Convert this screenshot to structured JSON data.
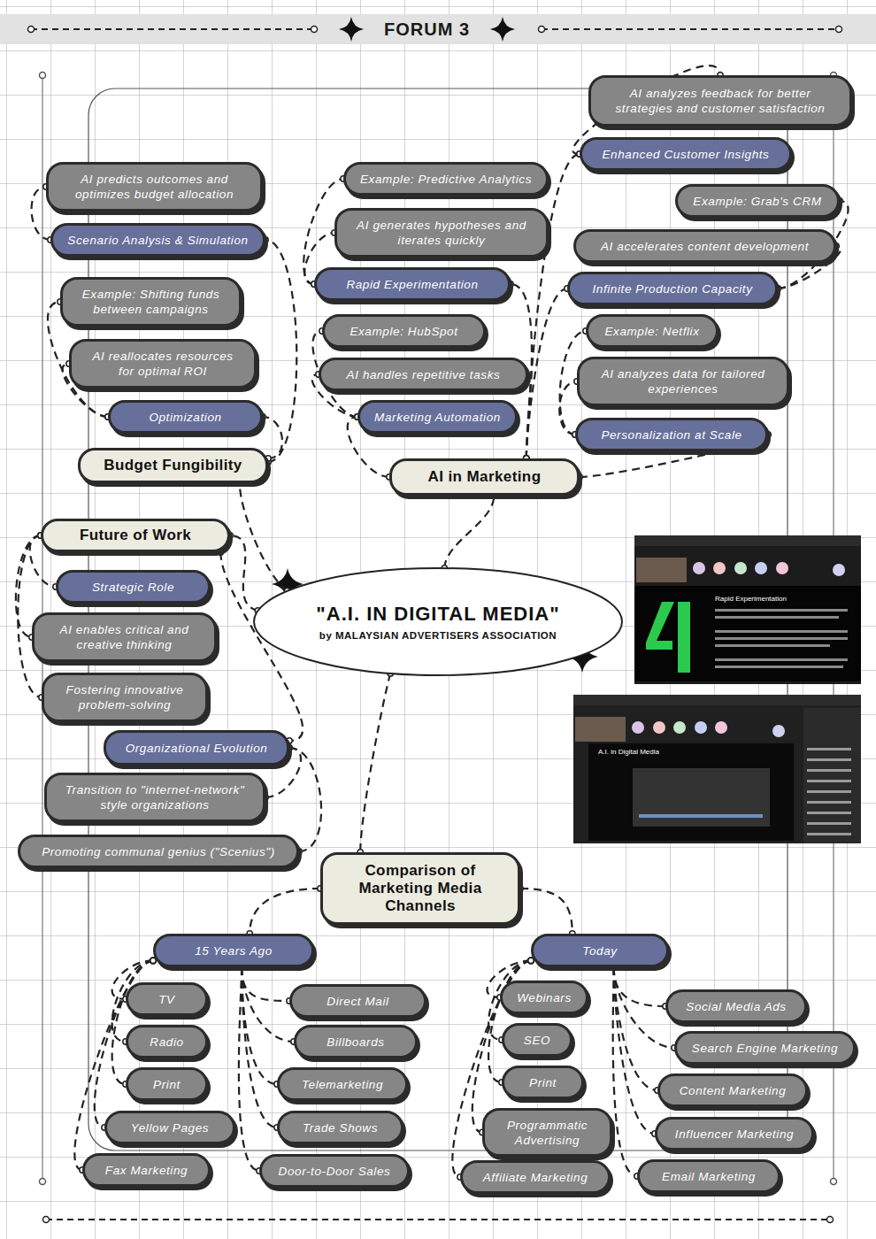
{
  "diagram": {
    "title": "FORUM 3",
    "nodes": [
      {
        "text": [
          "AI analyzes feedback for better strategies and customer satisfaction"
        ]
      },
      {
        "text": [
          "Enhanced Customer Insights"
        ]
      },
      {
        "text": [
          "AI predicts outcomes and optimizes budget allocation"
        ]
      },
      {
        "text": [
          "Example: Predictive Analytics"
        ]
      },
      {
        "text": [
          "Example: Grab's CRM"
        ]
      },
      {
        "text": [
          "AI generates hypotheses and iterates quickly"
        ]
      },
      {
        "text": [
          "Scenario Analysis & Simulation"
        ]
      },
      {
        "text": [
          "AI accelerates content development"
        ]
      },
      {
        "text": [
          "Example: Shifting funds between campaigns"
        ]
      },
      {
        "text": [
          "Rapid Experimentation"
        ]
      },
      {
        "text": [
          "Infinite Production Capacity"
        ]
      },
      {
        "text": [
          "Example: HubSpot"
        ]
      },
      {
        "text": [
          "Example: Netflix"
        ]
      },
      {
        "text": [
          "AI reallocates resources for optimal ROI"
        ]
      },
      {
        "text": [
          "AI handles repetitive tasks"
        ]
      },
      {
        "text": [
          "AI analyzes data for tailored experiences"
        ]
      },
      {
        "text": [
          "Optimization"
        ]
      },
      {
        "text": [
          "Marketing Automation"
        ]
      },
      {
        "text": [
          "Personalization at Scale"
        ]
      },
      {
        "text": [
          "Budget Fungibility"
        ]
      },
      {
        "text": [
          "AI in Marketing"
        ]
      },
      {
        "text": [
          "Future of Work"
        ]
      },
      {
        "text": [
          "Strategic Role"
        ]
      },
      {
        "text": [
          "\"A.I. IN DIGITAL MEDIA\"",
          "by MALAYSIAN ADVERTISERS ASSOCIATION"
        ]
      },
      {
        "text": [
          "AI enables critical and creative thinking"
        ]
      },
      {
        "text": [
          "Fostering innovative problem-solving"
        ]
      },
      {
        "text": [
          "Organizational Evolution"
        ]
      },
      {
        "text": [
          "Transition to \"internet-network\" style organizations"
        ]
      },
      {
        "text": [
          "Promoting communal genius (\"Scenius\")"
        ]
      },
      {
        "text": [
          "Comparison of Marketing Media Channels"
        ]
      },
      {
        "text": [
          "15 Years Ago"
        ]
      },
      {
        "text": [
          "Today"
        ]
      },
      {
        "text": [
          "TV"
        ]
      },
      {
        "text": [
          "Direct Mail"
        ]
      },
      {
        "text": [
          "Webinars"
        ]
      },
      {
        "text": [
          "Social Media Ads"
        ]
      },
      {
        "text": [
          "Radio"
        ]
      },
      {
        "text": [
          "Billboards"
        ]
      },
      {
        "text": [
          "SEO"
        ]
      },
      {
        "text": [
          "Search Engine Marketing"
        ]
      },
      {
        "text": [
          "Print"
        ]
      },
      {
        "text": [
          "Telemarketing"
        ]
      },
      {
        "text": [
          "Print"
        ]
      },
      {
        "text": [
          "Content Marketing"
        ]
      },
      {
        "text": [
          "Yellow Pages"
        ]
      },
      {
        "text": [
          "Trade Shows"
        ]
      },
      {
        "text": [
          "Programmatic Advertising"
        ]
      },
      {
        "text": [
          "Influencer Marketing"
        ]
      },
      {
        "text": [
          "Fax Marketing"
        ]
      },
      {
        "text": [
          "Door-to-Door Sales"
        ]
      },
      {
        "text": [
          "Affiliate Marketing"
        ]
      },
      {
        "text": [
          "Email Marketing"
        ]
      }
    ],
    "edges": [
      {
        "from": 23,
        "to": 19,
        "arrow": "none"
      },
      {
        "from": 23,
        "to": 21,
        "arrow": "none"
      },
      {
        "from": 23,
        "to": 20,
        "arrow": "none"
      },
      {
        "from": 23,
        "to": 29,
        "arrow": "none"
      },
      {
        "from": 19,
        "to": 6,
        "arrow": "none"
      },
      {
        "from": 19,
        "to": 16,
        "arrow": "none"
      },
      {
        "from": 6,
        "to": 2,
        "arrow": "none"
      },
      {
        "from": 16,
        "to": 8,
        "arrow": "none"
      },
      {
        "from": 16,
        "to": 13,
        "arrow": "none"
      },
      {
        "from": 20,
        "to": 9,
        "arrow": "none"
      },
      {
        "from": 20,
        "to": 17,
        "arrow": "none"
      },
      {
        "from": 20,
        "to": 1,
        "arrow": "none"
      },
      {
        "from": 20,
        "to": 10,
        "arrow": "none"
      },
      {
        "from": 20,
        "to": 18,
        "arrow": "none"
      },
      {
        "from": 1,
        "to": 0,
        "arrow": "none"
      },
      {
        "from": 10,
        "to": 4,
        "arrow": "none"
      },
      {
        "from": 10,
        "to": 7,
        "arrow": "none"
      },
      {
        "from": 9,
        "to": 3,
        "arrow": "none"
      },
      {
        "from": 9,
        "to": 5,
        "arrow": "none"
      },
      {
        "from": 17,
        "to": 11,
        "arrow": "none"
      },
      {
        "from": 17,
        "to": 14,
        "arrow": "none"
      },
      {
        "from": 18,
        "to": 12,
        "arrow": "none"
      },
      {
        "from": 18,
        "to": 15,
        "arrow": "none"
      },
      {
        "from": 21,
        "to": 22,
        "arrow": "none"
      },
      {
        "from": 21,
        "to": 24,
        "arrow": "none"
      },
      {
        "from": 21,
        "to": 25,
        "arrow": "none"
      },
      {
        "from": 21,
        "to": 26,
        "arrow": "none"
      },
      {
        "from": 26,
        "to": 27,
        "arrow": "none"
      },
      {
        "from": 26,
        "to": 28,
        "arrow": "none"
      },
      {
        "from": 29,
        "to": 30,
        "arrow": "none"
      },
      {
        "from": 29,
        "to": 31,
        "arrow": "none"
      },
      {
        "from": 30,
        "to": 32,
        "arrow": "none"
      },
      {
        "from": 30,
        "to": 33,
        "arrow": "none"
      },
      {
        "from": 30,
        "to": 36,
        "arrow": "none"
      },
      {
        "from": 30,
        "to": 37,
        "arrow": "none"
      },
      {
        "from": 30,
        "to": 40,
        "arrow": "none"
      },
      {
        "from": 30,
        "to": 41,
        "arrow": "none"
      },
      {
        "from": 30,
        "to": 44,
        "arrow": "none"
      },
      {
        "from": 30,
        "to": 45,
        "arrow": "none"
      },
      {
        "from": 30,
        "to": 48,
        "arrow": "none"
      },
      {
        "from": 30,
        "to": 49,
        "arrow": "none"
      },
      {
        "from": 31,
        "to": 34,
        "arrow": "none"
      },
      {
        "from": 31,
        "to": 35,
        "arrow": "none"
      },
      {
        "from": 31,
        "to": 38,
        "arrow": "none"
      },
      {
        "from": 31,
        "to": 39,
        "arrow": "none"
      },
      {
        "from": 31,
        "to": 42,
        "arrow": "none"
      },
      {
        "from": 31,
        "to": 43,
        "arrow": "none"
      },
      {
        "from": 31,
        "to": 46,
        "arrow": "none"
      },
      {
        "from": 31,
        "to": 47,
        "arrow": "none"
      },
      {
        "from": 31,
        "to": 50,
        "arrow": "none"
      },
      {
        "from": 31,
        "to": 51,
        "arrow": "none"
      }
    ],
    "labels": [
      "Rapid Experimentation",
      "A.I. in Digital Media"
    ]
  }
}
